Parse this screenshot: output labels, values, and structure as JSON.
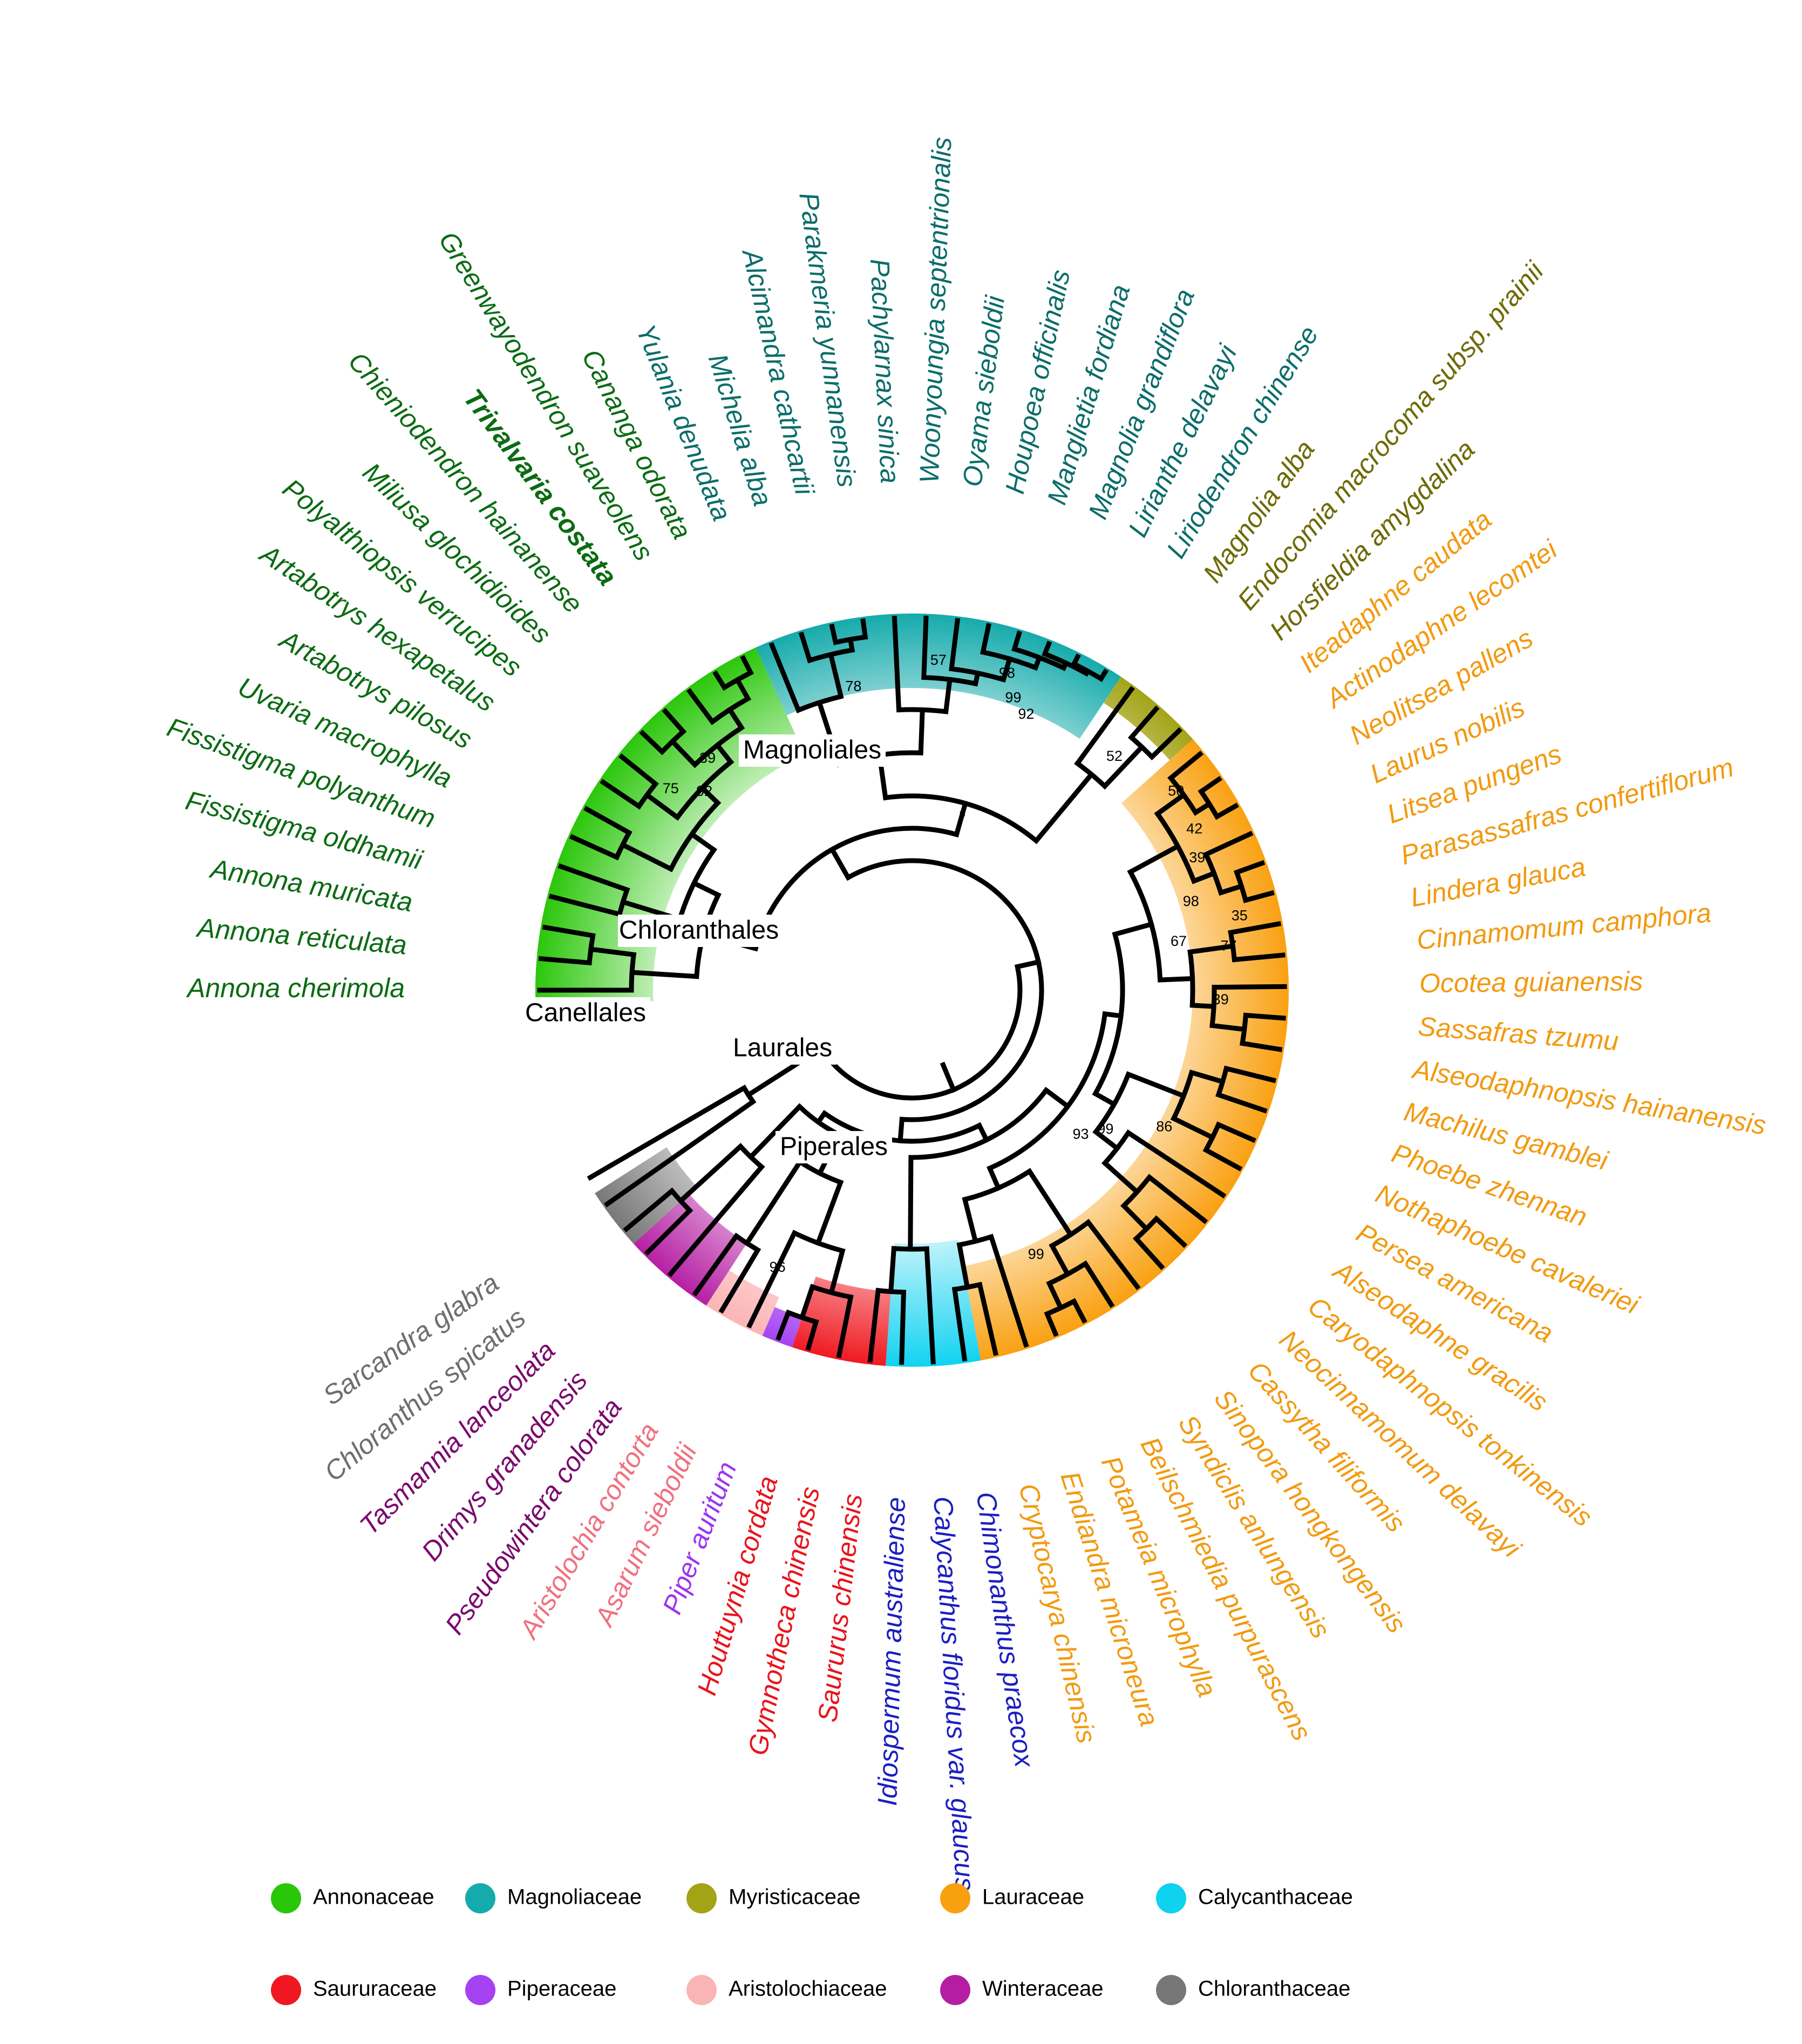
{
  "families": [
    {
      "name": "Annonaceae",
      "color": "#2ac60a"
    },
    {
      "name": "Magnoliaceae",
      "color": "#15aaab"
    },
    {
      "name": "Myristicaceae",
      "color": "#a3a316"
    },
    {
      "name": "Lauraceae",
      "color": "#f9a010"
    },
    {
      "name": "Calycanthaceae",
      "color": "#0fd2f0"
    },
    {
      "name": "Saururaceae",
      "color": "#ef1820"
    },
    {
      "name": "Piperaceae",
      "color": "#a542f2"
    },
    {
      "name": "Aristolochiaceae",
      "color": "#fbb4b4"
    },
    {
      "name": "Winteraceae",
      "color": "#b51ea3"
    },
    {
      "name": "Chloranthaceae",
      "color": "#777777"
    }
  ],
  "taxa": [
    {
      "name": "Annona cherimola",
      "family": "Annonaceae",
      "color": "#0b6b12"
    },
    {
      "name": "Annona reticulata",
      "family": "Annonaceae",
      "color": "#0b6b12"
    },
    {
      "name": "Annona muricata",
      "family": "Annonaceae",
      "color": "#0b6b12"
    },
    {
      "name": "Fissistigma oldhamii",
      "family": "Annonaceae",
      "color": "#0b6b12"
    },
    {
      "name": "Fissistigma polyanthum",
      "family": "Annonaceae",
      "color": "#0b6b12"
    },
    {
      "name": "Uvaria macrophylla",
      "family": "Annonaceae",
      "color": "#0b6b12"
    },
    {
      "name": "Artabotrys pilosus",
      "family": "Annonaceae",
      "color": "#0b6b12"
    },
    {
      "name": "Artabotrys hexapetalus",
      "family": "Annonaceae",
      "color": "#0b6b12"
    },
    {
      "name": "Polyalthiopsis verrucipes",
      "family": "Annonaceae",
      "color": "#0b6b12"
    },
    {
      "name": "Miliusa glochidioides",
      "family": "Annonaceae",
      "color": "#0b6b12"
    },
    {
      "name": "Chieniodendron hainanense",
      "family": "Annonaceae",
      "color": "#0b6b12"
    },
    {
      "name": "Trivalvaria costata",
      "family": "Annonaceae",
      "color": "#0b6b12",
      "bold": true
    },
    {
      "name": "Greenwayodendron suaveolens",
      "family": "Annonaceae",
      "color": "#0b6b12"
    },
    {
      "name": "Cananga odorata",
      "family": "Annonaceae",
      "color": "#0b6b12"
    },
    {
      "name": "Yulania denudata",
      "family": "Magnoliaceae",
      "color": "#0b6d6a"
    },
    {
      "name": "Michelia  alba",
      "family": "Magnoliaceae",
      "color": "#0b6d6a"
    },
    {
      "name": "Alcimandra cathcartii",
      "family": "Magnoliaceae",
      "color": "#0b6d6a"
    },
    {
      "name": "Parakmeria yunnanensis",
      "family": "Magnoliaceae",
      "color": "#0b6d6a"
    },
    {
      "name": "Pachylarnax sinica",
      "family": "Magnoliaceae",
      "color": "#0b6d6a"
    },
    {
      "name": "Woonyoungia septentrionalis",
      "family": "Magnoliaceae",
      "color": "#0b6d6a"
    },
    {
      "name": "Oyama sieboldii",
      "family": "Magnoliaceae",
      "color": "#0b6d6a"
    },
    {
      "name": "Houpoea officinalis",
      "family": "Magnoliaceae",
      "color": "#0b6d6a"
    },
    {
      "name": "Manglietia fordiana",
      "family": "Magnoliaceae",
      "color": "#0b6d6a"
    },
    {
      "name": "Magnolia grandiflora",
      "family": "Magnoliaceae",
      "color": "#0b6d6a"
    },
    {
      "name": "Lirianthe delavayi",
      "family": "Magnoliaceae",
      "color": "#0b6d6a"
    },
    {
      "name": "Liriodendron chinense",
      "family": "Magnoliaceae",
      "color": "#0b6d6a"
    },
    {
      "name": "Magnolia alba",
      "family": "Myristicaceae",
      "color": "#6e6a06"
    },
    {
      "name": "Endocomia macrocoma subsp. prainii",
      "family": "Myristicaceae",
      "color": "#6e6a06"
    },
    {
      "name": "Horsfieldia amygdalina",
      "family": "Myristicaceae",
      "color": "#6e6a06"
    },
    {
      "name": "Iteadaphne caudata",
      "family": "Lauraceae",
      "color": "#f29a10"
    },
    {
      "name": "Actinodaphne lecomtei",
      "family": "Lauraceae",
      "color": "#f29a10"
    },
    {
      "name": "Neolitsea pallens",
      "family": "Lauraceae",
      "color": "#f29a10"
    },
    {
      "name": "Laurus nobilis",
      "family": "Lauraceae",
      "color": "#f29a10"
    },
    {
      "name": "Litsea pungens",
      "family": "Lauraceae",
      "color": "#f29a10"
    },
    {
      "name": "Parasassafras confertiflorum",
      "family": "Lauraceae",
      "color": "#f29a10"
    },
    {
      "name": "Lindera glauca",
      "family": "Lauraceae",
      "color": "#f29a10"
    },
    {
      "name": "Cinnamomum camphora",
      "family": "Lauraceae",
      "color": "#f29a10"
    },
    {
      "name": "Ocotea guianensis",
      "family": "Lauraceae",
      "color": "#f29a10"
    },
    {
      "name": "Sassafras tzumu",
      "family": "Lauraceae",
      "color": "#f29a10"
    },
    {
      "name": "Alseodaphnopsis hainanensis",
      "family": "Lauraceae",
      "color": "#f29a10"
    },
    {
      "name": "Machilus gamblei",
      "family": "Lauraceae",
      "color": "#f29a10"
    },
    {
      "name": "Phoebe zhennan",
      "family": "Lauraceae",
      "color": "#f29a10"
    },
    {
      "name": "Nothaphoebe cavaleriei",
      "family": "Lauraceae",
      "color": "#f29a10"
    },
    {
      "name": "Persea americana",
      "family": "Lauraceae",
      "color": "#f29a10"
    },
    {
      "name": "Alseodaphne gracilis",
      "family": "Lauraceae",
      "color": "#f29a10"
    },
    {
      "name": "Caryodaphnopsis tonkinensis",
      "family": "Lauraceae",
      "color": "#f29a10"
    },
    {
      "name": "Neocinnamomum delavayi",
      "family": "Lauraceae",
      "color": "#f29a10"
    },
    {
      "name": "Cassytha filiformis",
      "family": "Lauraceae",
      "color": "#f29a10"
    },
    {
      "name": "Sinopora hongkongensis",
      "family": "Lauraceae",
      "color": "#f29a10"
    },
    {
      "name": "Syndiclis anlungensis",
      "family": "Lauraceae",
      "color": "#f29a10"
    },
    {
      "name": "Beilschmiedia purpurascens",
      "family": "Lauraceae",
      "color": "#f29a10"
    },
    {
      "name": "Potameia microphylla",
      "family": "Lauraceae",
      "color": "#f29a10"
    },
    {
      "name": "Endiandra microneura",
      "family": "Lauraceae",
      "color": "#f29a10"
    },
    {
      "name": "Cryptocarya chinensis",
      "family": "Lauraceae",
      "color": "#f29a10"
    },
    {
      "name": "Chimonanthus praecox",
      "family": "Calycanthaceae",
      "color": "#1b1ec0"
    },
    {
      "name": "Calycanthus floridus var. glaucus",
      "family": "Calycanthaceae",
      "color": "#1b1ec0"
    },
    {
      "name": "Idiospermum australiense",
      "family": "Calycanthaceae",
      "color": "#1b1ec0"
    },
    {
      "name": "Saururus chinensis",
      "family": "Saururaceae",
      "color": "#e8141c"
    },
    {
      "name": "Gymnotheca chinensis",
      "family": "Saururaceae",
      "color": "#e8141c"
    },
    {
      "name": "Houttuynia cordata",
      "family": "Saururaceae",
      "color": "#e8141c"
    },
    {
      "name": "Piper auritum",
      "family": "Piperaceae",
      "color": "#9b35f0"
    },
    {
      "name": "Asarum sieboldii",
      "family": "Aristolochiaceae",
      "color": "#f07080"
    },
    {
      "name": "Aristolochia contorta",
      "family": "Aristolochiaceae",
      "color": "#f07080"
    },
    {
      "name": "Pseudowintera colorata",
      "family": "Winteraceae",
      "color": "#7a0a6e"
    },
    {
      "name": "Drimys granadensis",
      "family": "Winteraceae",
      "color": "#7a0a6e"
    },
    {
      "name": "Tasmannia lanceolata",
      "family": "Winteraceae",
      "color": "#7a0a6e"
    },
    {
      "name": "Chloranthus spicatus",
      "family": "Chloranthaceae",
      "color": "#6e6e6e"
    },
    {
      "name": "Sarcandra glabra",
      "family": "Chloranthaceae",
      "color": "#6e6e6e"
    }
  ],
  "orders": [
    "Magnoliales",
    "Chloranthales",
    "Canellales",
    "Laurales",
    "Piperales"
  ],
  "bootstrap": [
    "78",
    "57",
    "98",
    "99",
    "92",
    "52",
    "75",
    "39",
    "92",
    "50",
    "42",
    "39",
    "98",
    "35",
    "77",
    "67",
    "39",
    "99",
    "93",
    "86",
    "99",
    "96"
  ]
}
